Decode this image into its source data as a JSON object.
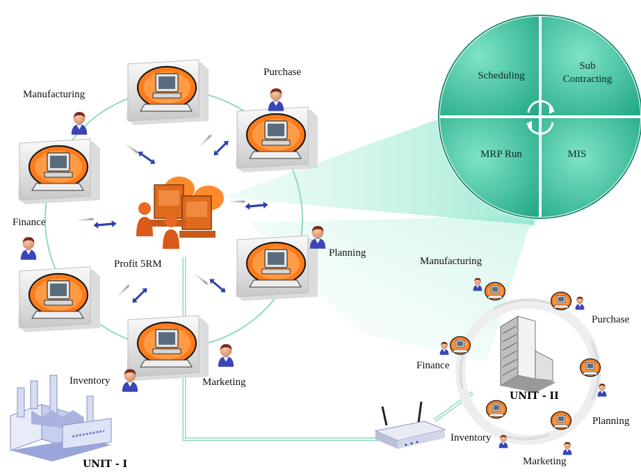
{
  "unit1": {
    "title": "UNIT - I",
    "server_label": "Profit 5RM",
    "nodes": {
      "manufacturing": "Manufacturing",
      "purchase": "Purchase",
      "finance": "Finance",
      "planning": "Planning",
      "inventory": "Inventory",
      "marketing": "Marketing"
    }
  },
  "modules": {
    "scheduling": "Scheduling",
    "sub_contracting_1": "Sub",
    "sub_contracting_2": "Contracting",
    "mrp_run": "MRP Run",
    "mis": "MIS"
  },
  "unit2": {
    "title": "UNIT - II",
    "nodes": {
      "manufacturing": "Manufacturing",
      "purchase": "Purchase",
      "finance": "Finance",
      "planning": "Planning",
      "inventory": "Inventory",
      "marketing": "Marketing"
    }
  },
  "colors": {
    "pie_fill": "#3fcaa6",
    "pie_dark": "#1f8f74",
    "link_line": "#8fd9c4",
    "arrow": "#2f3fb0",
    "monitor_bezel": "#ff7a1a"
  }
}
